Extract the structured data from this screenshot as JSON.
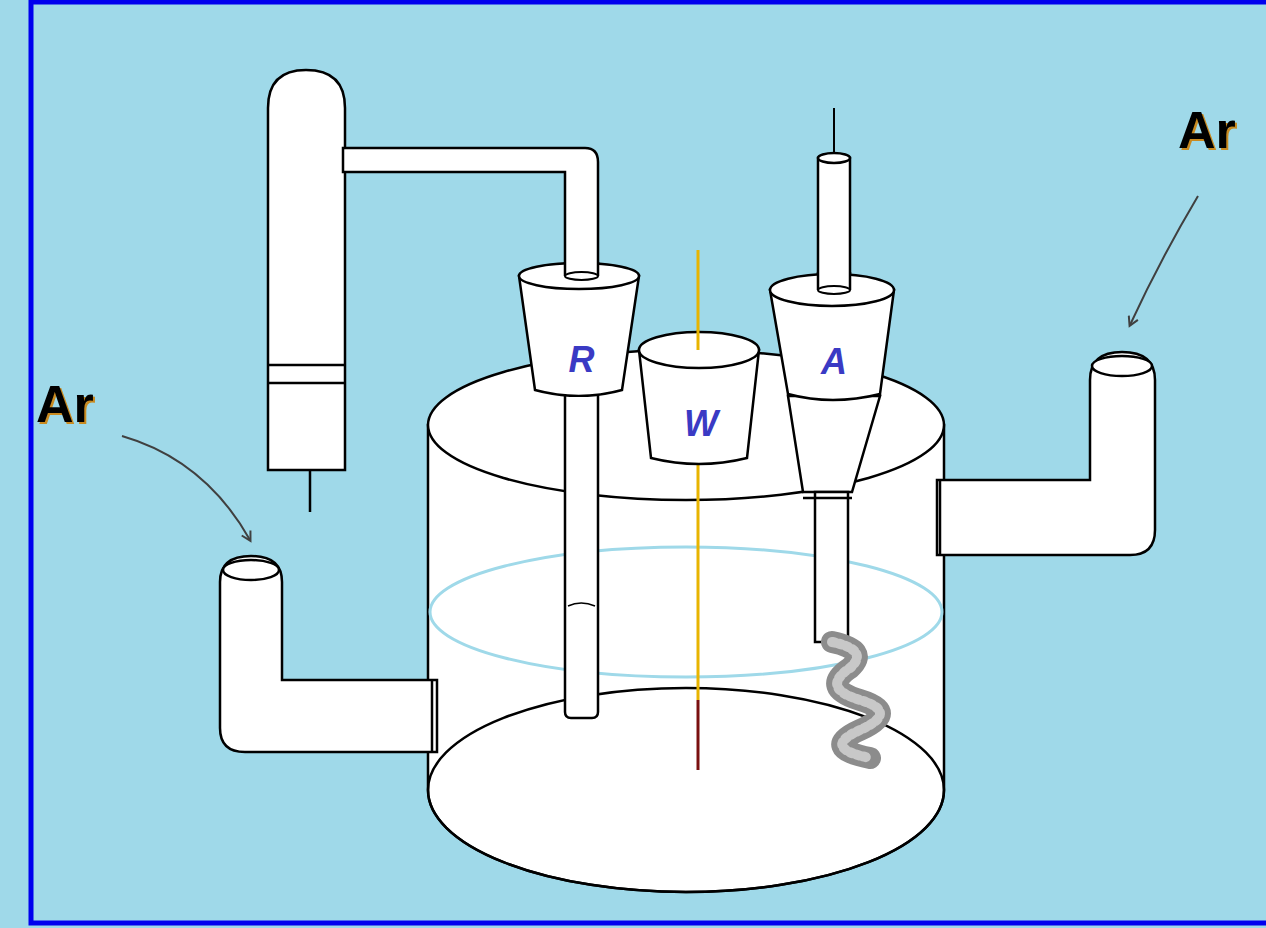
{
  "diagram": {
    "nodes": [
      {
        "text": [
          "R"
        ]
      },
      {
        "text": [
          "W"
        ]
      },
      {
        "text": [
          "A"
        ]
      }
    ],
    "labels": [
      "Ar",
      "Ar"
    ]
  }
}
